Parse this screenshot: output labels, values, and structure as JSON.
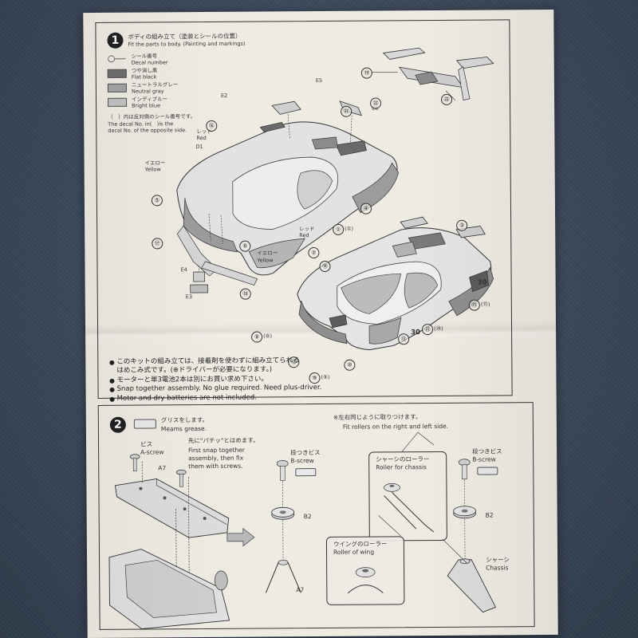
{
  "step1": {
    "number": "1",
    "title_jp": "ボディの組み立て（塗装とシールの位置）",
    "title_en": "Fit the parts to body. (Painting and markings)",
    "legend": [
      {
        "jp": "シール番号",
        "en": "Decal number",
        "color": "#ffffff"
      },
      {
        "jp": "つや消し黒",
        "en": "Flat black",
        "color": "#6e6e6e"
      },
      {
        "jp": "ニュートラルグレー",
        "en": "Neutral gray",
        "color": "#a4a4a4"
      },
      {
        "jp": "インディブルー",
        "en": "Bright blue",
        "color": "#c2c2c2"
      }
    ],
    "opposite_note_jp": "（　）内は反対側のシール番号です。",
    "opposite_note_en1": "The decal No. in(　)is the",
    "opposite_note_en2": "decal No. of the opposite side.",
    "labels": {
      "red_jp": "レッド",
      "red_en": "Red",
      "yellow_jp": "イエロー",
      "yellow_en": "Yellow",
      "red2_jp": "レッド",
      "red2_en": "Red",
      "yellow2_jp": "イエロー",
      "yellow2_en": "Yellow",
      "d1": "D1",
      "e2": "E2",
      "e3": "E3",
      "e4": "E4",
      "e5": "E5",
      "e6": "E6",
      "car_number": "30"
    },
    "decals": {
      "n1": "①",
      "n1b": "(①)",
      "n2": "②",
      "n3": "③",
      "n4": "④",
      "n5": "⑤",
      "n6": "⑥",
      "n8": "⑧",
      "n8b": "(⑧)",
      "n9": "⑨",
      "n9b": "(⑨)",
      "n10": "⑩",
      "n12": "⑫",
      "n13": "⑬",
      "n14": "⑭",
      "n15": "⑮",
      "n15b": "(⑮)",
      "n16": "⑯",
      "n17": "⑰",
      "n18": "⑱",
      "n19": "⑲",
      "n21": "㉑",
      "n22": "㉒",
      "n23": "㉓",
      "n24b": "(㉔)",
      "n22b": "㉒"
    },
    "notes": [
      "このキットの組み立ては、接着剤を使わずに組み立てられる",
      "はめこみ式です。(⊕ドライバーが必要になります。)",
      "モーターと単3電池2本は別にお買い求め下さい。",
      "Snap together assembly. No glue required. Need plus-driver.",
      "Motor and dry batteries are not included."
    ]
  },
  "step2": {
    "number": "2",
    "grease_jp": "グリスをします。",
    "grease_en": "Meams grease.",
    "screw_jp": "ビス",
    "screw_en": "A-screw",
    "a7": "A7",
    "a7b": "A7",
    "snap_jp": "先に\"パチッ\"とはめます。",
    "snap_en": [
      "First snap together",
      "assembly, then fix",
      "them with screws."
    ],
    "rollers_jp": "※左右同じように取りつけます。",
    "rollers_en": "Fit rollers on the right and left side.",
    "bscrew_jp": "段つきビス",
    "bscrew_en": "B-screw",
    "bscrew2_jp": "段つきビス",
    "bscrew2_en": "B-screw",
    "b2": "B2",
    "b2b": "B2",
    "roller_chassis_jp": "シャーシのローラー",
    "roller_chassis_en": "Roller for chassis",
    "roller_wing_jp": "ウイングのローラー",
    "roller_wing_en": "Roller of wing",
    "chassis_jp": "シャーシ",
    "chassis_en": "Chassis"
  }
}
